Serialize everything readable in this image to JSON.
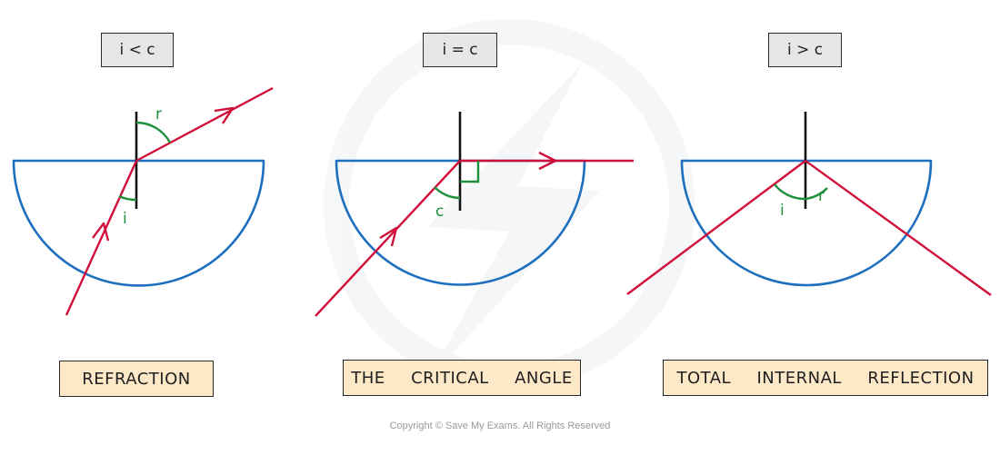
{
  "panels": [
    {
      "condition": "i < c",
      "title": "REFRACTION",
      "angle_labels": [
        "r",
        "i"
      ]
    },
    {
      "condition": "i = c",
      "title": "THE  CRITICAL  ANGLE",
      "angle_labels": [
        "c"
      ]
    },
    {
      "condition": "i > c",
      "title": "TOTAL  INTERNAL  REFLECTION",
      "angle_labels": [
        "i",
        "r"
      ]
    }
  ],
  "copyright": "Copyright © Save My Exams. All Rights Reserved",
  "colors": {
    "block": "#1f6fbf",
    "ray": "#d0103a",
    "normal": "#111111",
    "angle": "#1f8f3a",
    "condition_fill": "#e6e6e6",
    "title_fill": "#fde8c8",
    "watermark": "#eef0f4"
  }
}
